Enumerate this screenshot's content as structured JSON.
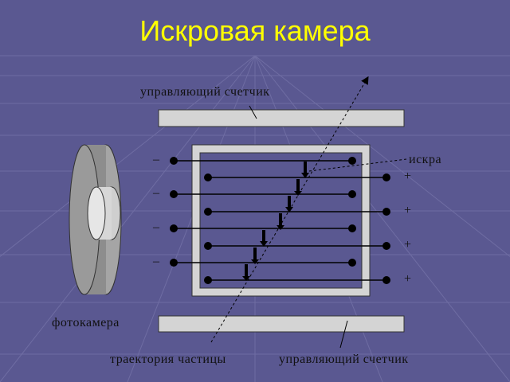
{
  "slide": {
    "title": "Искровая камера"
  },
  "diagram": {
    "labels": {
      "top_counter": "управляющий счетчик",
      "spark": "искра",
      "camera": "фотокамера",
      "trajectory": "траектория частицы",
      "bottom_counter": "управляющий счетчик"
    },
    "left_signs": [
      "–",
      "–",
      "–",
      "–"
    ],
    "right_signs": [
      "+",
      "+",
      "+",
      "+"
    ]
  },
  "colors": {
    "background": "#5a5891",
    "title": "#ffff00",
    "panel": "#d4d4d4",
    "line": "#000000"
  }
}
